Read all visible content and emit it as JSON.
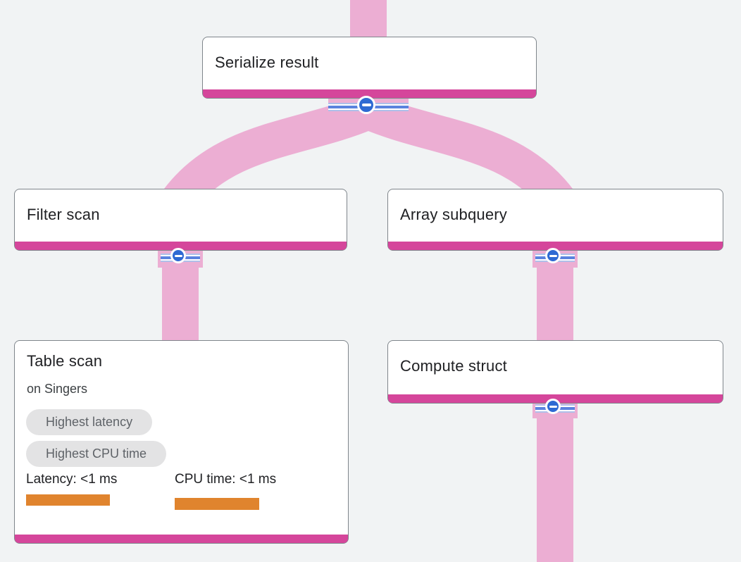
{
  "diagram": {
    "type": "query-execution-plan",
    "background": "#f1f3f4",
    "colors": {
      "flow_band": "#ecaed3",
      "node_accent_bar": "#d5469b",
      "node_border": "#7f858b",
      "collapse_button_blue": "#2e6ad3",
      "ruler_line_light": "#aebfe9",
      "ruler_line_dark": "#5b82de",
      "metric_bar_orange": "#e0842e",
      "chip_bg": "#e3e3e4",
      "chip_text": "#5f6368"
    },
    "nodes": [
      {
        "title": "Serialize result"
      },
      {
        "title": "Filter scan"
      },
      {
        "title": "Array subquery"
      },
      {
        "title": "Table scan",
        "subtitle": "on Singers",
        "badges": [
          "Highest latency",
          "Highest CPU time"
        ],
        "metrics": [
          {
            "label": "Latency: <1 ms"
          },
          {
            "label": "CPU time: <1 ms"
          }
        ]
      },
      {
        "title": "Compute struct"
      }
    ],
    "edges": [
      {
        "from": "(above)",
        "to": "Serialize result"
      },
      {
        "from": "Serialize result",
        "to": "Filter scan"
      },
      {
        "from": "Serialize result",
        "to": "Array subquery"
      },
      {
        "from": "Filter scan",
        "to": "Table scan"
      },
      {
        "from": "Array subquery",
        "to": "Compute struct"
      },
      {
        "from": "Compute struct",
        "to": "(below)"
      }
    ],
    "icons": {
      "collapse": "minus-icon"
    }
  }
}
